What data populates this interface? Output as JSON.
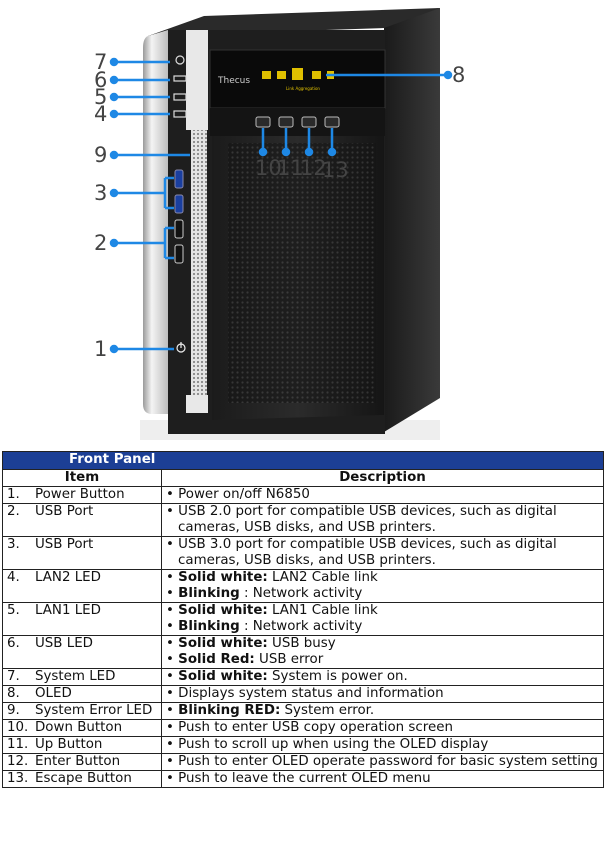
{
  "figure": {
    "oled_brand": "Thecus",
    "oled_small_text": "Link Aggregation",
    "callouts": [
      "7",
      "6",
      "5",
      "4",
      "9",
      "3",
      "2",
      "1",
      "8",
      "10",
      "11",
      "12",
      "13"
    ]
  },
  "table": {
    "title": "Front Panel",
    "col_item": "Item",
    "col_desc": "Description",
    "rows": [
      {
        "num": "1.",
        "item": "Power Button",
        "lines": [
          {
            "bold": "",
            "text": "Power on/off N6850",
            "bullet": "•"
          }
        ]
      },
      {
        "num": "2.",
        "item": "USB Port",
        "lines": [
          {
            "bold": "",
            "text": "USB 2.0 port for compatible USB devices, such as digital cameras, USB disks, and USB printers.",
            "bullet": "•"
          }
        ]
      },
      {
        "num": "3.",
        "item": "USB Port",
        "lines": [
          {
            "bold": "",
            "text": "USB 3.0 port for compatible USB devices, such as digital cameras, USB disks, and USB printers.",
            "bullet": "•"
          }
        ]
      },
      {
        "num": "4.",
        "item": "LAN2 LED",
        "lines": [
          {
            "bold": "Solid white:",
            "text": " LAN2 Cable link",
            "bullet": "•"
          },
          {
            "bold": "Blinking",
            "text": " : Network activity",
            "bullet": "•"
          }
        ]
      },
      {
        "num": "5.",
        "item": "LAN1 LED",
        "lines": [
          {
            "bold": "Solid white:",
            "text": " LAN1 Cable link",
            "bullet": "•"
          },
          {
            "bold": "Blinking",
            "text": " : Network activity",
            "bullet": "•"
          }
        ]
      },
      {
        "num": "6.",
        "item": "USB LED",
        "lines": [
          {
            "bold": "Solid white:",
            "text": " USB busy",
            "bullet": "•"
          },
          {
            "bold": "Solid Red:",
            "text": " USB error",
            "bullet": "•"
          }
        ]
      },
      {
        "num": "7.",
        "item": "System LED",
        "lines": [
          {
            "bold": "Solid white:",
            "text": " System is power on.",
            "bullet": "•"
          }
        ]
      },
      {
        "num": "8.",
        "item": "OLED",
        "lines": [
          {
            "bold": "",
            "text": "Displays system status and information",
            "bullet": "•"
          }
        ]
      },
      {
        "num": "9.",
        "item": "System Error LED",
        "lines": [
          {
            "bold": "Blinking RED:",
            "text": " System error.",
            "bullet": "•"
          }
        ]
      },
      {
        "num": "10.",
        "item": "Down Button",
        "lines": [
          {
            "bold": "",
            "text": "Push to enter USB copy operation screen",
            "bullet": "•"
          }
        ]
      },
      {
        "num": "11.",
        "item": "Up Button",
        "lines": [
          {
            "bold": "",
            "text": "Push to scroll up when using the OLED display",
            "bullet": "•"
          }
        ]
      },
      {
        "num": "12.",
        "item": "Enter Button",
        "lines": [
          {
            "bold": "",
            "text": "Push to enter OLED operate password for basic system setting",
            "bullet": "•"
          }
        ]
      },
      {
        "num": "13.",
        "item": "Escape Button",
        "lines": [
          {
            "bold": "",
            "text": "Push to leave the current OLED menu",
            "bullet": "•"
          }
        ]
      }
    ]
  }
}
